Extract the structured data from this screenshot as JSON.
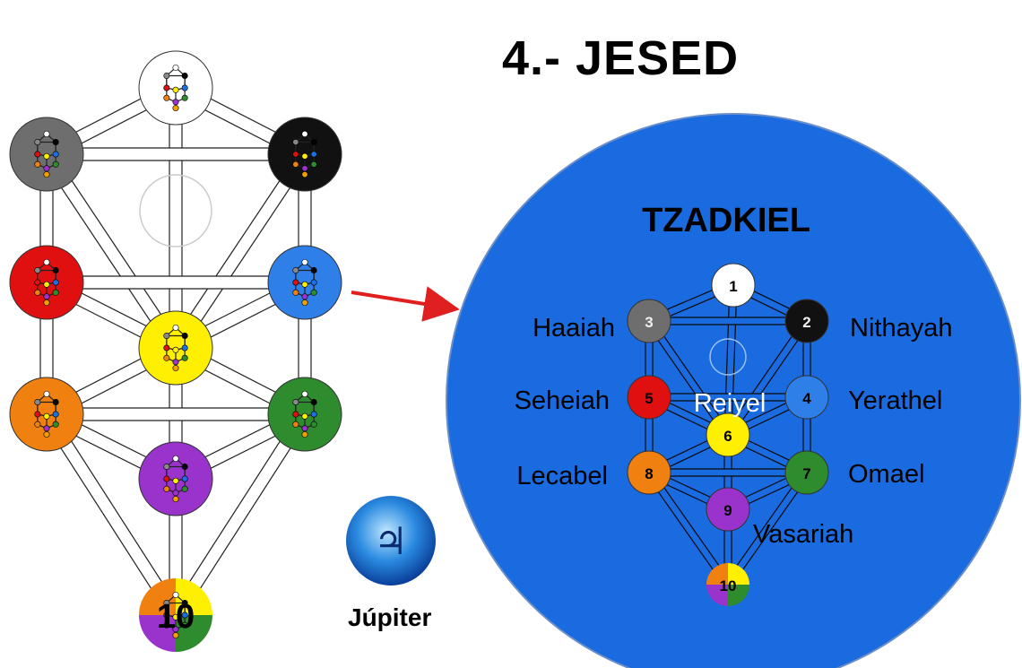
{
  "title": "4.- JESED",
  "planet": {
    "symbol": "♃",
    "label": "Júpiter",
    "icon": "jupiter-planet-icon"
  },
  "angel": {
    "name": "TZADKIEL"
  },
  "colors": {
    "blue_disc": "#1a6ae0",
    "arrow": "#e02020",
    "s1": "#ffffff",
    "s2": "#111111",
    "s3": "#6e6e6e",
    "s4": "#2f7fe8",
    "s5": "#e01010",
    "s6": "#ffef00",
    "s7": "#2e8b2e",
    "s8": "#f08010",
    "s9": "#9933cc",
    "s10": [
      "#f08010",
      "#ffef00",
      "#2e8b2e",
      "#9933cc"
    ]
  },
  "left_tree": {
    "sephirot": [
      {
        "id": 1,
        "color": "s1",
        "number": ""
      },
      {
        "id": 2,
        "color": "s2",
        "number": ""
      },
      {
        "id": 3,
        "color": "s3",
        "number": ""
      },
      {
        "id": 4,
        "color": "s4",
        "number": ""
      },
      {
        "id": 5,
        "color": "s5",
        "number": ""
      },
      {
        "id": 6,
        "color": "s6",
        "number": ""
      },
      {
        "id": 7,
        "color": "s7",
        "number": ""
      },
      {
        "id": 8,
        "color": "s8",
        "number": ""
      },
      {
        "id": 9,
        "color": "s9",
        "number": ""
      },
      {
        "id": 10,
        "color": "s10",
        "number": "10"
      }
    ]
  },
  "right_tree": {
    "sephirot": [
      {
        "id": 1,
        "color": "s1",
        "number": "1",
        "label": ""
      },
      {
        "id": 2,
        "color": "s2",
        "number": "2",
        "label": "Nithayah"
      },
      {
        "id": 3,
        "color": "s3",
        "number": "3",
        "label": "Haaiah"
      },
      {
        "id": 4,
        "color": "s4",
        "number": "4",
        "label": "Yerathel"
      },
      {
        "id": 5,
        "color": "s5",
        "number": "5",
        "label": "Seheiah"
      },
      {
        "id": 6,
        "color": "s6",
        "number": "6",
        "label": "Reiyel"
      },
      {
        "id": 7,
        "color": "s7",
        "number": "7",
        "label": "Omael"
      },
      {
        "id": 8,
        "color": "s8",
        "number": "8",
        "label": "Lecabel"
      },
      {
        "id": 9,
        "color": "s9",
        "number": "9",
        "label": "Vasariah"
      },
      {
        "id": 10,
        "color": "s10",
        "number": "10",
        "label": ""
      }
    ]
  }
}
